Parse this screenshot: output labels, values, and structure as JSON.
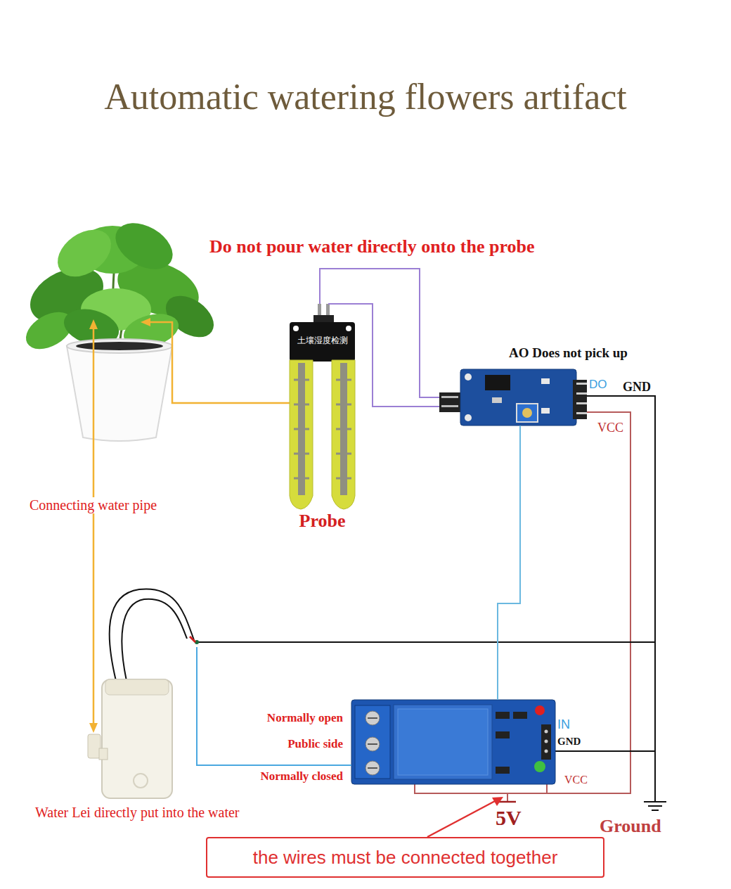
{
  "diagram": {
    "title": "Automatic watering flowers artifact",
    "nodes": [
      {
        "text": [
          "土壤湿度检测",
          "Probe"
        ]
      },
      {
        "text": [
          "AO Does not pick up"
        ]
      },
      {
        "text": [
          "Water Lei directly put into the water"
        ]
      },
      {
        "text": [
          "Normally open",
          "Public side",
          "Normally closed"
        ]
      },
      {
        "text": [
          "the wires must be connected together"
        ]
      }
    ],
    "edges": [
      {
        "from": 0,
        "to": 1,
        "arrow": "none"
      },
      {
        "from": 0,
        "to": 1,
        "arrow": "none"
      },
      {
        "from": 1,
        "to": 3,
        "arrow": "none"
      },
      {
        "from": 3,
        "to": 2,
        "arrow": "none"
      }
    ],
    "labels": [
      "Do not pour water directly onto the probe",
      "DO",
      "GND",
      "VCC",
      "Connecting water pipe",
      "IN",
      "GND",
      "VCC",
      "5V",
      "Ground"
    ]
  }
}
